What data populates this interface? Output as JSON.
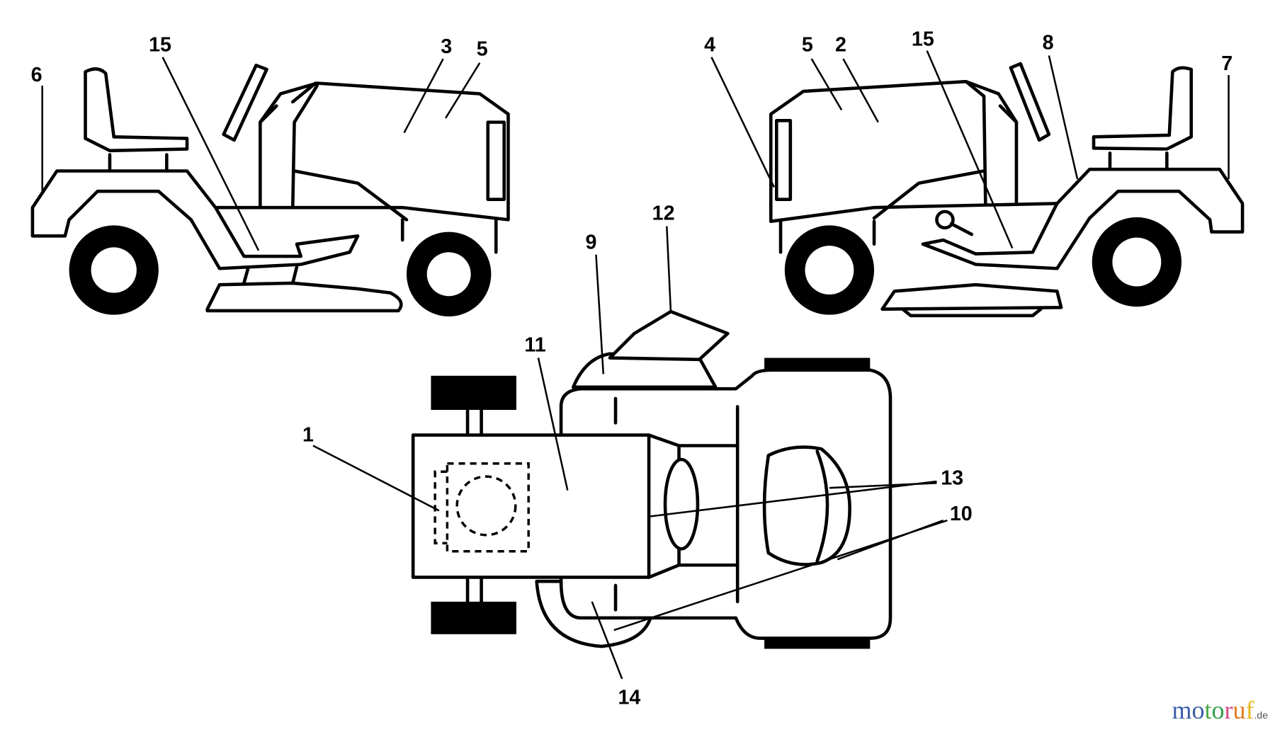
{
  "labels": {
    "l6": "6",
    "l15a": "15",
    "l3": "3",
    "l5a": "5",
    "l4": "4",
    "l5b": "5",
    "l2": "2",
    "l15b": "15",
    "l8": "8",
    "l7": "7",
    "l12": "12",
    "l9": "9",
    "l11": "11",
    "l1": "1",
    "l13": "13",
    "l10": "10",
    "l14": "14"
  },
  "watermark": {
    "letters": [
      "m",
      "o",
      "t",
      "o",
      "r",
      "u",
      "f"
    ],
    "suffix": ".de",
    "colors": [
      "#3a5da8",
      "#3a5da8",
      "#4aa84a",
      "#2f9e4a",
      "#d14a8a",
      "#e07b20",
      "#e8b820"
    ]
  }
}
